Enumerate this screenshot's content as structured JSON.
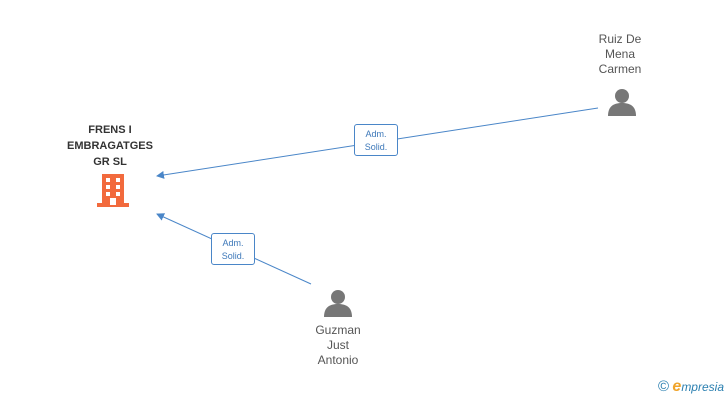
{
  "nodes": {
    "company": {
      "name_lines": [
        "FRENS I",
        "EMBRAGATGES",
        "GR SL"
      ],
      "icon": "building-icon",
      "color": "#f26a3d"
    },
    "person_ruiz": {
      "name_lines": [
        "Ruiz De",
        "Mena",
        "Carmen"
      ],
      "icon": "person-icon",
      "color": "#777777"
    },
    "person_guzman": {
      "name_lines": [
        "Guzman",
        "Just",
        "Antonio"
      ],
      "icon": "person-icon",
      "color": "#777777"
    }
  },
  "edges": [
    {
      "from": "person_ruiz",
      "to": "company",
      "label_lines": [
        "Adm.",
        "Solid."
      ]
    },
    {
      "from": "person_guzman",
      "to": "company",
      "label_lines": [
        "Adm.",
        "Solid."
      ]
    }
  ],
  "colors": {
    "edge": "#4a86c8"
  },
  "footer": {
    "copyright_symbol": "©",
    "brand_initial": "e",
    "brand_rest": "mpresia"
  }
}
